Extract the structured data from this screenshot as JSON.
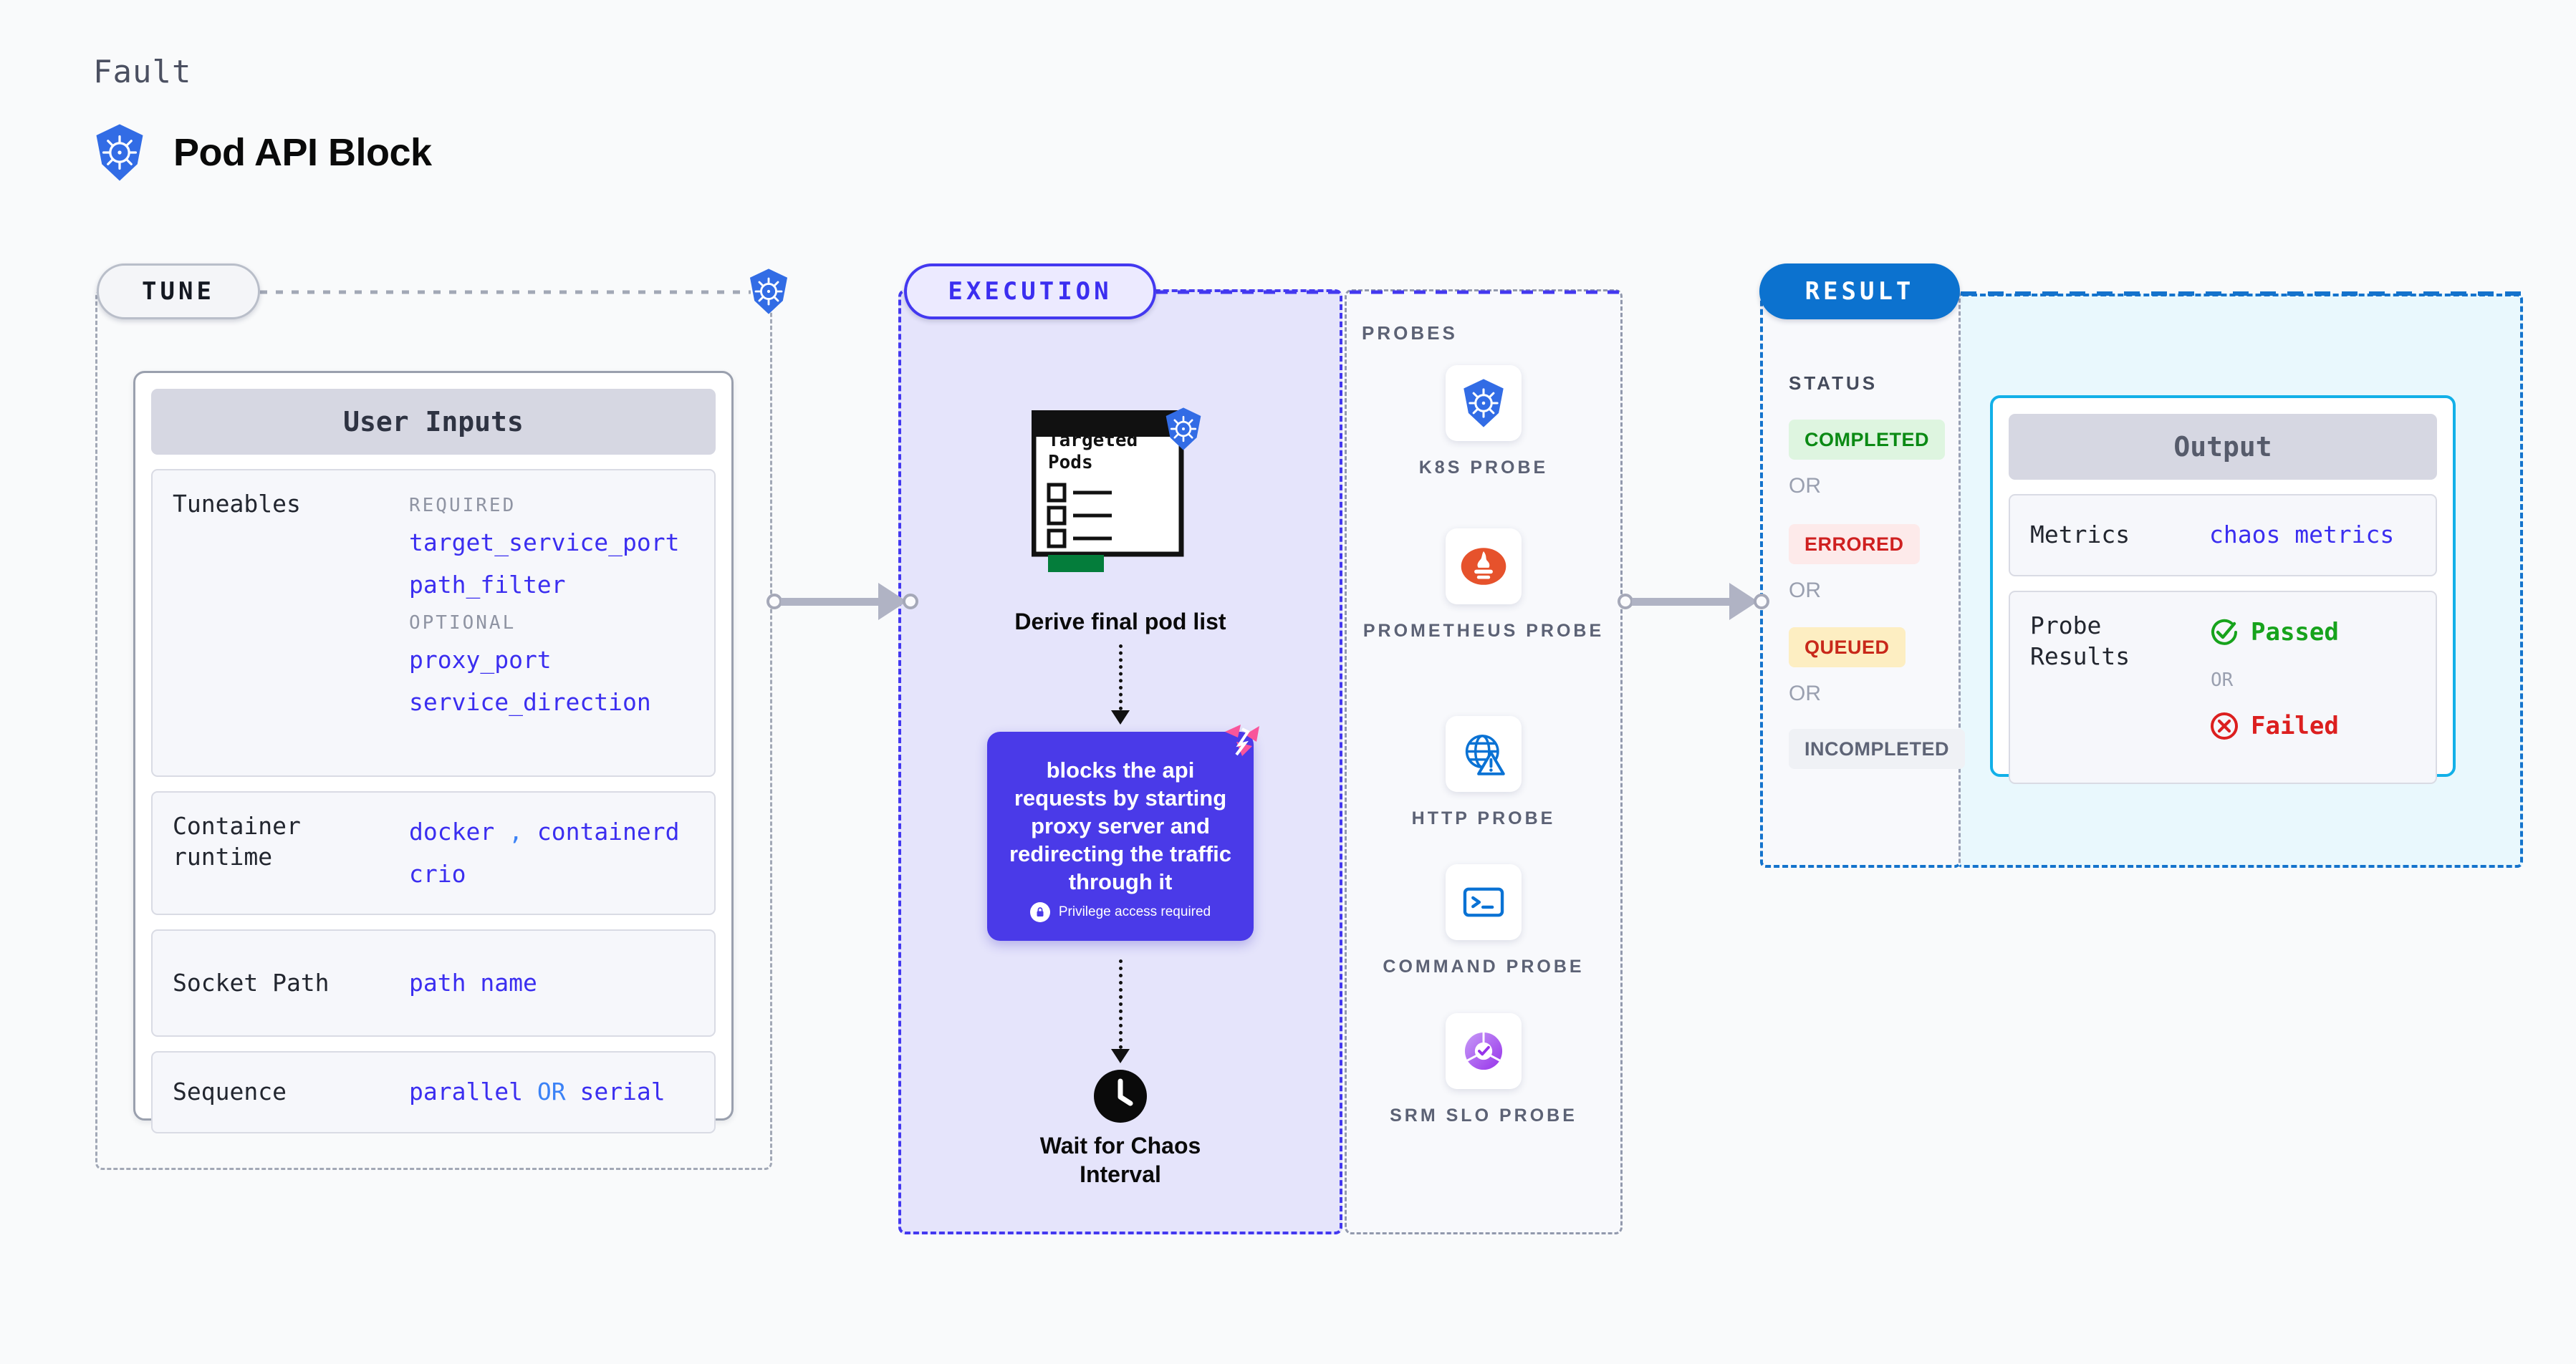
{
  "header": {
    "kicker": "Fault",
    "title": "Pod API Block",
    "icon": "kubernetes-icon"
  },
  "tune": {
    "pill_label": "TUNE",
    "badge_icon": "kubernetes-icon",
    "card_title": "User Inputs",
    "rows": [
      {
        "label": "Tuneables",
        "groups": [
          {
            "heading": "REQUIRED",
            "values": [
              "target_service_port",
              "path_filter"
            ]
          },
          {
            "heading": "OPTIONAL",
            "values": [
              "proxy_port",
              "service_direction"
            ]
          }
        ]
      },
      {
        "label": "Container runtime",
        "values": [
          "docker",
          "containerd",
          "crio"
        ],
        "separator": ","
      },
      {
        "label": "Socket Path",
        "values": [
          "path name"
        ]
      },
      {
        "label": "Sequence",
        "values": [
          "parallel",
          "serial"
        ],
        "separator": "OR"
      }
    ]
  },
  "execution": {
    "pill_label": "EXECUTION",
    "pod_doc": {
      "title_line1": "Targeted",
      "title_line2": "Pods",
      "icon": "kubernetes-icon"
    },
    "derive_label": "Derive final pod list",
    "action_card": {
      "text": "blocks the api requests by starting proxy server and redirecting the traffic through it",
      "privilege_note": "Privilege access required",
      "privilege_icon": "lock-icon",
      "corner_icon": "litmus-chaos-icon"
    },
    "wait": {
      "icon": "clock-icon",
      "label_line1": "Wait for Chaos",
      "label_line2": "Interval"
    }
  },
  "probes": {
    "title": "PROBES",
    "items": [
      {
        "name": "K8S PROBE",
        "icon": "kubernetes-icon"
      },
      {
        "name": "PROMETHEUS PROBE",
        "icon": "prometheus-icon"
      },
      {
        "name": "HTTP PROBE",
        "icon": "globe-warning-icon"
      },
      {
        "name": "COMMAND PROBE",
        "icon": "terminal-icon"
      },
      {
        "name": "SRM SLO PROBE",
        "icon": "slo-donut-check-icon"
      }
    ]
  },
  "result": {
    "pill_label": "RESULT",
    "status_title": "STATUS",
    "or_label": "OR",
    "statuses": [
      {
        "label": "COMPLETED",
        "fg": "#0b8a14",
        "bg": "#def5e0"
      },
      {
        "label": "ERRORED",
        "fg": "#cf2020",
        "bg": "#fdeaea"
      },
      {
        "label": "QUEUED",
        "fg": "#c8281a",
        "bg": "#fdeec2"
      },
      {
        "label": "INCOMPLETED",
        "fg": "#5e6476",
        "bg": "#eff1f5"
      }
    ],
    "output": {
      "card_title": "Output",
      "metrics_label": "Metrics",
      "metrics_value": "chaos metrics",
      "probe_results_label_line1": "Probe",
      "probe_results_label_line2": "Results",
      "passed_label": "Passed",
      "failed_label": "Failed",
      "or_label": "OR",
      "passed_icon": "check-circle-icon",
      "failed_icon": "x-circle-icon"
    }
  },
  "colors": {
    "kubernetes_blue": "#326ce5",
    "execution_purple": "#4338f0",
    "result_blue": "#0c72cf",
    "output_cyan": "#12b0e8",
    "code_violet": "#3b2ef0"
  }
}
